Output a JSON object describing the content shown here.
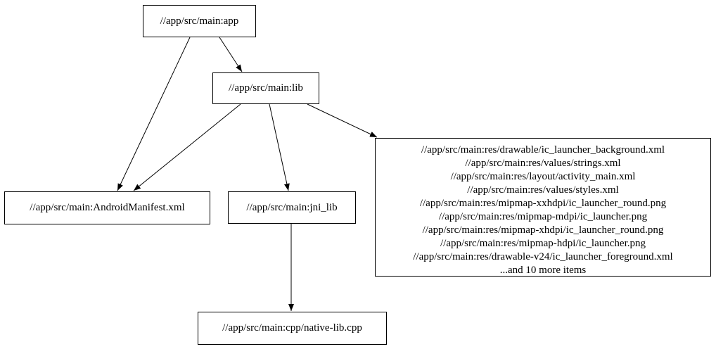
{
  "graph": {
    "background_color": "#ffffff",
    "node_border_color": "#000000",
    "node_fill_color": "#ffffff",
    "edge_color": "#000000",
    "text_color": "#000000",
    "nodes": {
      "app": {
        "label": "//app/src/main:app"
      },
      "lib": {
        "label": "//app/src/main:lib"
      },
      "android_manifest": {
        "label": "//app/src/main:AndroidManifest.xml"
      },
      "jni_lib": {
        "label": "//app/src/main:jni_lib"
      },
      "res_group": {
        "lines": [
          "//app/src/main:res/drawable/ic_launcher_background.xml",
          "//app/src/main:res/values/strings.xml",
          "//app/src/main:res/layout/activity_main.xml",
          "//app/src/main:res/values/styles.xml",
          "//app/src/main:res/mipmap-xxhdpi/ic_launcher_round.png",
          "//app/src/main:res/mipmap-mdpi/ic_launcher.png",
          "//app/src/main:res/mipmap-xhdpi/ic_launcher_round.png",
          "//app/src/main:res/mipmap-hdpi/ic_launcher.png",
          "//app/src/main:res/drawable-v24/ic_launcher_foreground.xml",
          "...and 10 more items"
        ]
      },
      "native_lib_cpp": {
        "label": "//app/src/main:cpp/native-lib.cpp"
      }
    },
    "edges": [
      {
        "from": "app",
        "to": "lib"
      },
      {
        "from": "app",
        "to": "android_manifest"
      },
      {
        "from": "lib",
        "to": "android_manifest"
      },
      {
        "from": "lib",
        "to": "jni_lib"
      },
      {
        "from": "lib",
        "to": "res_group"
      },
      {
        "from": "jni_lib",
        "to": "native_lib_cpp"
      }
    ]
  }
}
